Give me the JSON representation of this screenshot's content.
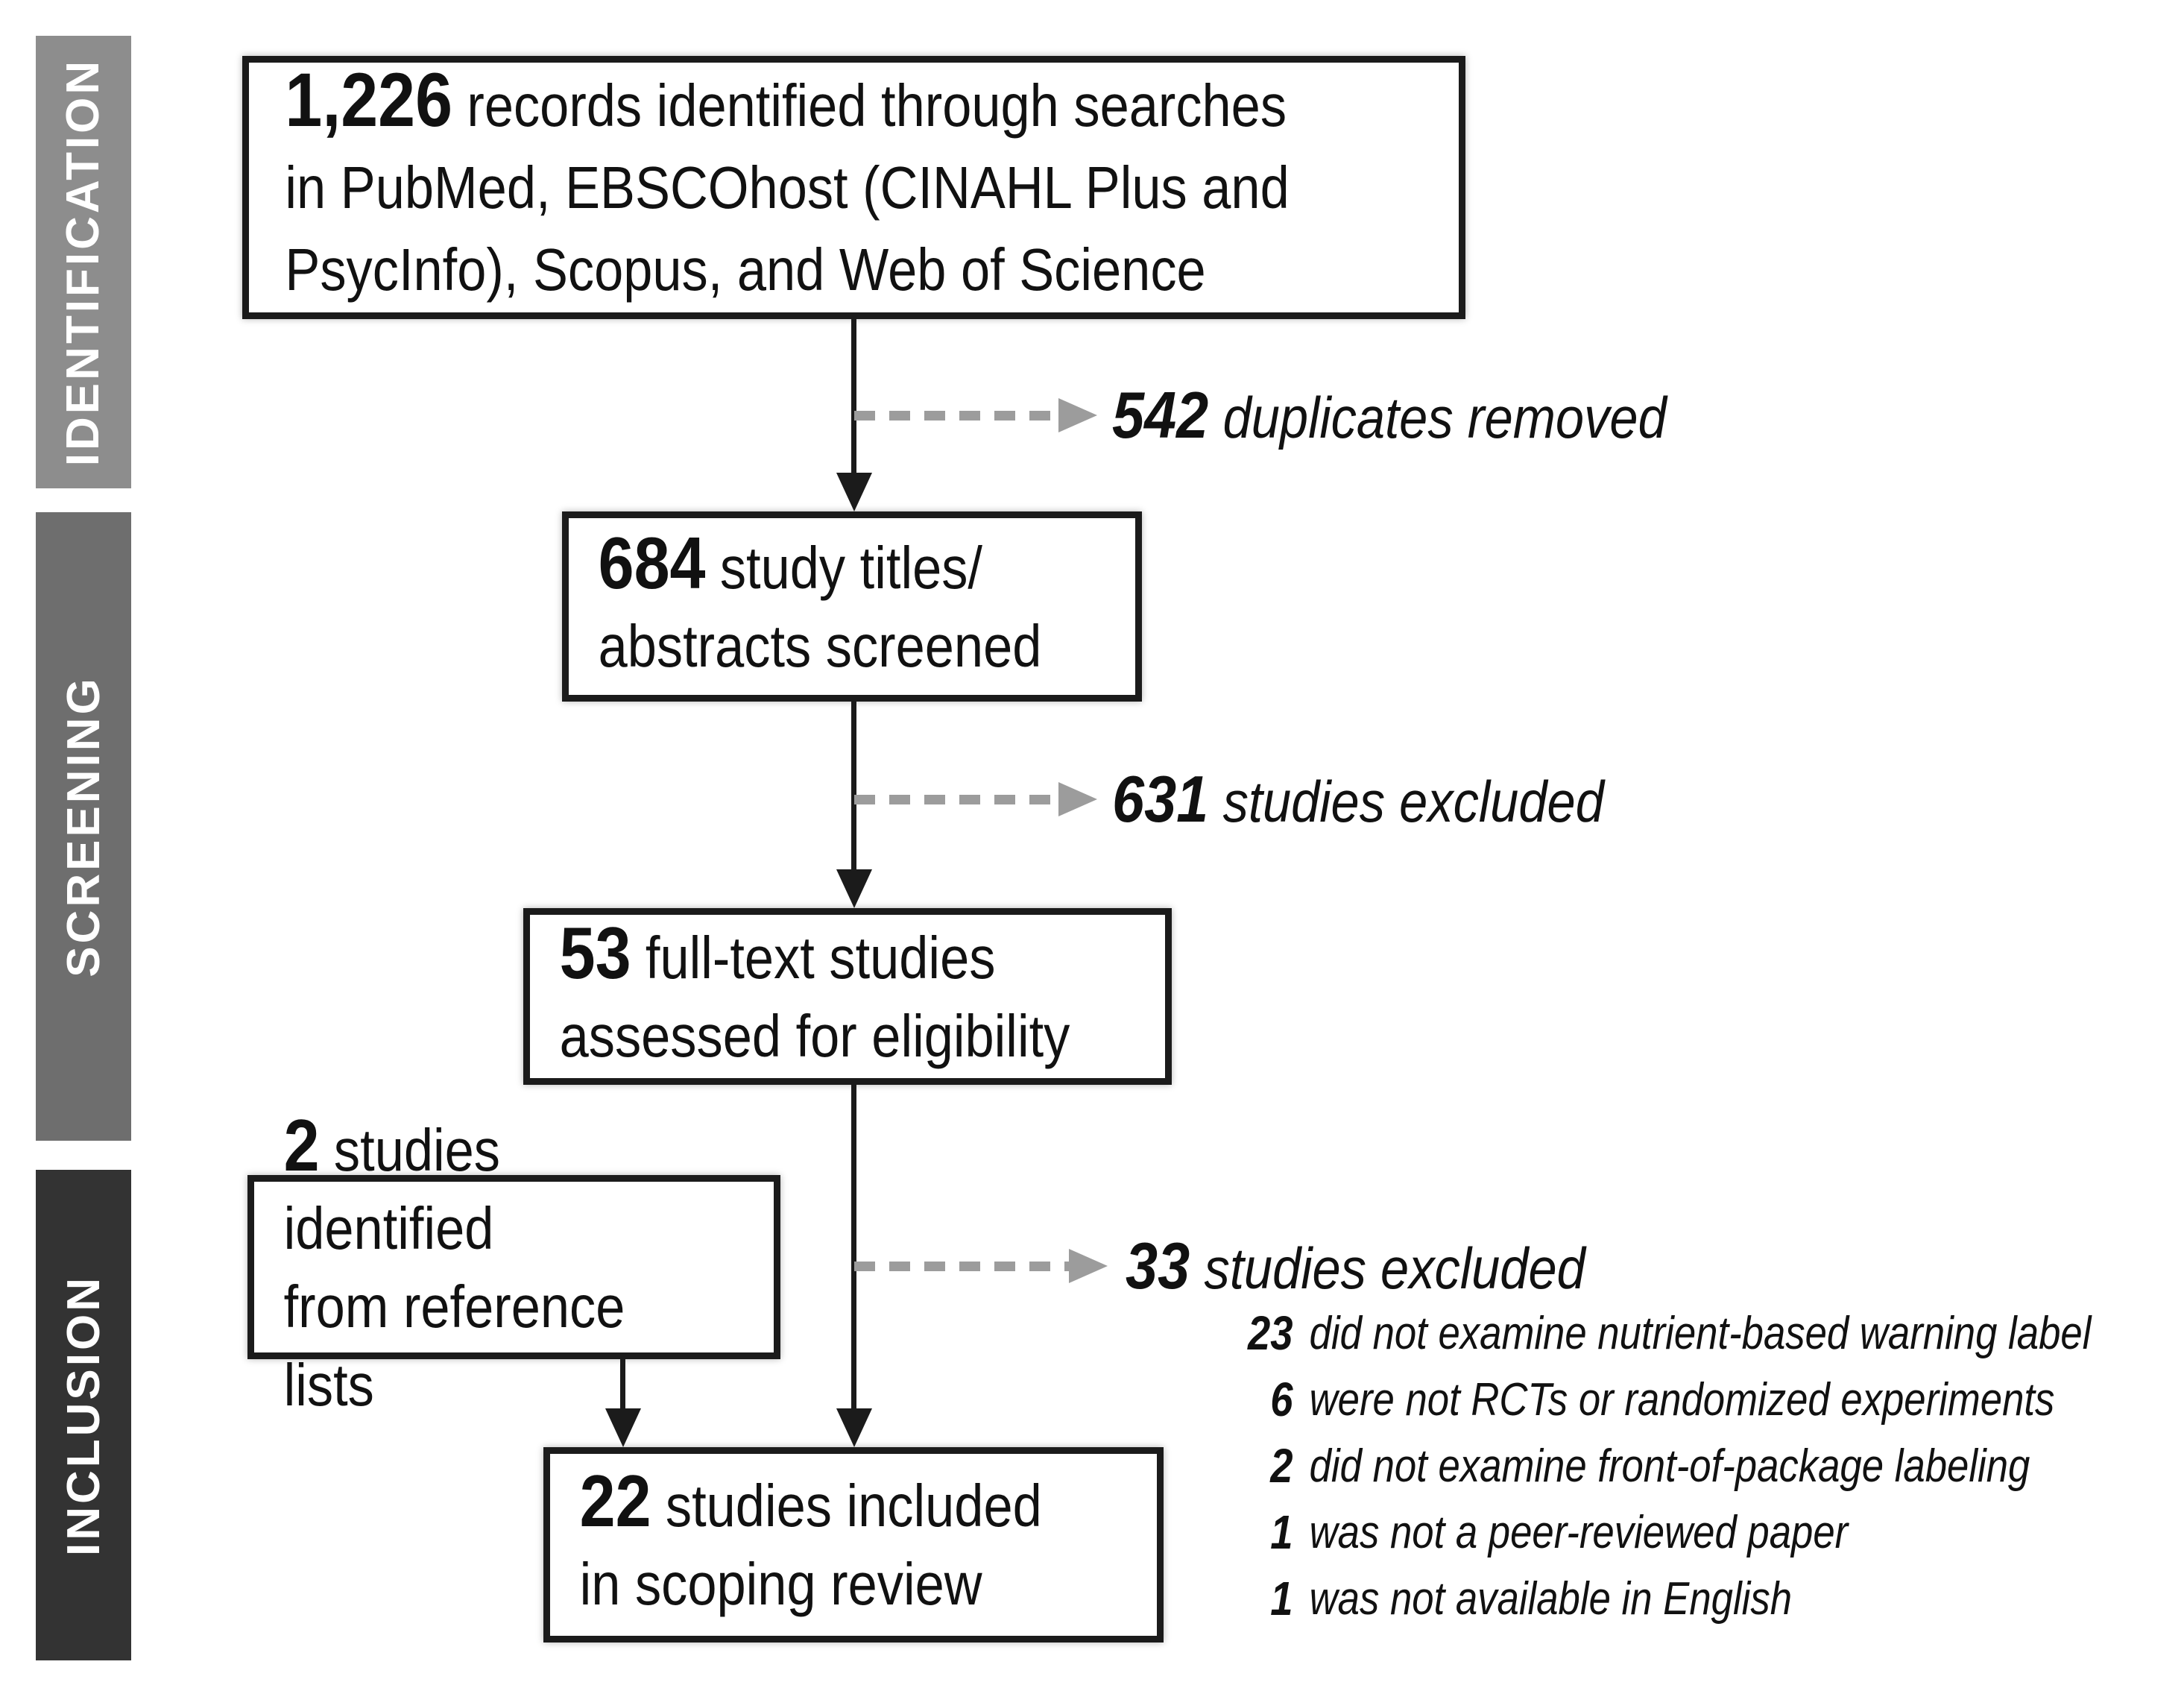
{
  "stages": [
    {
      "id": "identification",
      "label": "IDENTIFICATION",
      "color": "#8d8d8d"
    },
    {
      "id": "screening",
      "label": "SCREENING",
      "color": "#6e6e6e"
    },
    {
      "id": "inclusion",
      "label": "INCLUSION",
      "color": "#333333"
    }
  ],
  "boxes": {
    "records": {
      "number": "1,226",
      "text": "records identified through searches\nin PubMed, EBSCOhost (CINAHL Plus and\nPsycInfo), Scopus, and Web of Science"
    },
    "screened": {
      "number": "684",
      "text": "study titles/\nabstracts screened"
    },
    "fulltext": {
      "number": "53",
      "text": "full-text studies\nassessed for eligibility"
    },
    "reference": {
      "number": "2",
      "text": "studies identified\nfrom reference lists"
    },
    "included": {
      "number": "22",
      "text": "studies included\nin scoping review"
    }
  },
  "exclusions": {
    "duplicates": {
      "number": "542",
      "text": "duplicates removed"
    },
    "title_abstract": {
      "number": "631",
      "text": "studies excluded"
    },
    "fulltext": {
      "number": "33",
      "text": "studies excluded",
      "reasons": [
        {
          "number": "23",
          "text": "did not examine nutrient-based warning label"
        },
        {
          "number": "6",
          "text": "were not RCTs or randomized experiments"
        },
        {
          "number": "2",
          "text": "did not examine front-of-package labeling"
        },
        {
          "number": "1",
          "text": "was not a peer-reviewed paper"
        },
        {
          "number": "1",
          "text": "was not available in English"
        }
      ]
    }
  },
  "colors": {
    "flow_line": "#1b1b1b",
    "box_border": "#1b1b1b",
    "dashed_arrow": "#9c9c9c",
    "text": "#111111",
    "stage_label_text": "#ffffff",
    "stage_identification": "#8d8d8d",
    "stage_screening": "#6e6e6e",
    "stage_inclusion": "#333333",
    "background": "#ffffff"
  }
}
